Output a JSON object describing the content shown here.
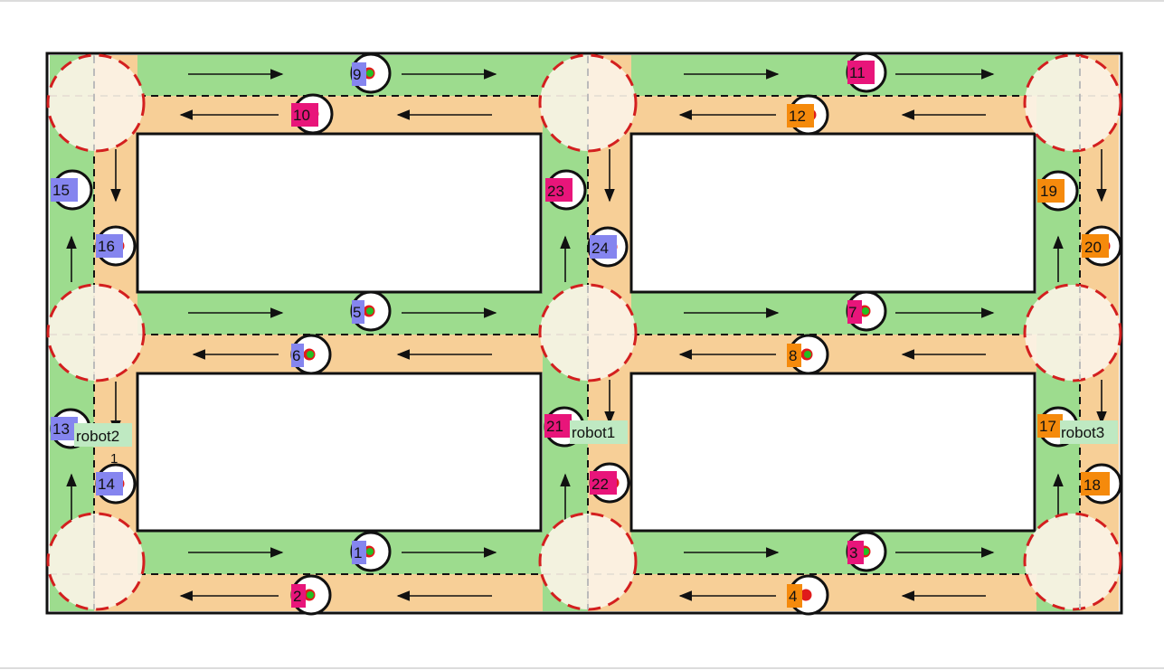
{
  "colors": {
    "lane_green": "#9ddc8e",
    "lane_orange": "#f7cf97",
    "zone_fill": "#fbf3e6",
    "zone_border": "#d31f1f",
    "badge_blue": "#8585ef",
    "badge_pink": "#e8157a",
    "badge_orange": "#f58a0c",
    "robot_label_bg": "#bfe9c2",
    "marker_red": "#e01b1b",
    "marker_green": "#22c022"
  },
  "stations": [
    {
      "id": "1",
      "label": "1",
      "badge": "blue",
      "marker": "red-green"
    },
    {
      "id": "2",
      "label": "2",
      "badge": "pink",
      "marker": "red-green"
    },
    {
      "id": "3",
      "label": "3",
      "badge": "pink",
      "marker": "red-green"
    },
    {
      "id": "4",
      "label": "4",
      "badge": "orange",
      "marker": "red"
    },
    {
      "id": "5",
      "label": "5",
      "badge": "blue",
      "marker": "red-green"
    },
    {
      "id": "6",
      "label": "6",
      "badge": "blue",
      "marker": "red-green"
    },
    {
      "id": "7",
      "label": "7",
      "badge": "pink",
      "marker": "red-green"
    },
    {
      "id": "8",
      "label": "8",
      "badge": "orange",
      "marker": "red-green"
    },
    {
      "id": "9",
      "label": "9",
      "badge": "blue",
      "marker": "red-green"
    },
    {
      "id": "10",
      "label": "10",
      "badge": "pink",
      "marker": "red"
    },
    {
      "id": "11",
      "label": "11",
      "badge": "pink",
      "marker": "red"
    },
    {
      "id": "12",
      "label": "12",
      "badge": "orange",
      "marker": "red"
    },
    {
      "id": "13",
      "label": "13",
      "badge": "blue",
      "marker": "red"
    },
    {
      "id": "14",
      "label": "14",
      "badge": "blue",
      "marker": "red"
    },
    {
      "id": "15",
      "label": "15",
      "badge": "blue",
      "marker": "none"
    },
    {
      "id": "16",
      "label": "16",
      "badge": "blue",
      "marker": "red"
    },
    {
      "id": "17",
      "label": "17",
      "badge": "orange",
      "marker": "none"
    },
    {
      "id": "18",
      "label": "18",
      "badge": "orange",
      "marker": "none"
    },
    {
      "id": "19",
      "label": "19",
      "badge": "orange",
      "marker": "none"
    },
    {
      "id": "20",
      "label": "20",
      "badge": "orange",
      "marker": "red"
    },
    {
      "id": "21",
      "label": "21",
      "badge": "pink",
      "marker": "none"
    },
    {
      "id": "22",
      "label": "22",
      "badge": "pink",
      "marker": "red"
    },
    {
      "id": "23",
      "label": "23",
      "badge": "pink",
      "marker": "none"
    },
    {
      "id": "24",
      "label": "24",
      "badge": "blue",
      "marker": "red"
    }
  ],
  "robots": [
    {
      "id": "robot1",
      "label": "robot1"
    },
    {
      "id": "robot2",
      "label": "robot2",
      "note": "1"
    },
    {
      "id": "robot3",
      "label": "robot3"
    }
  ]
}
